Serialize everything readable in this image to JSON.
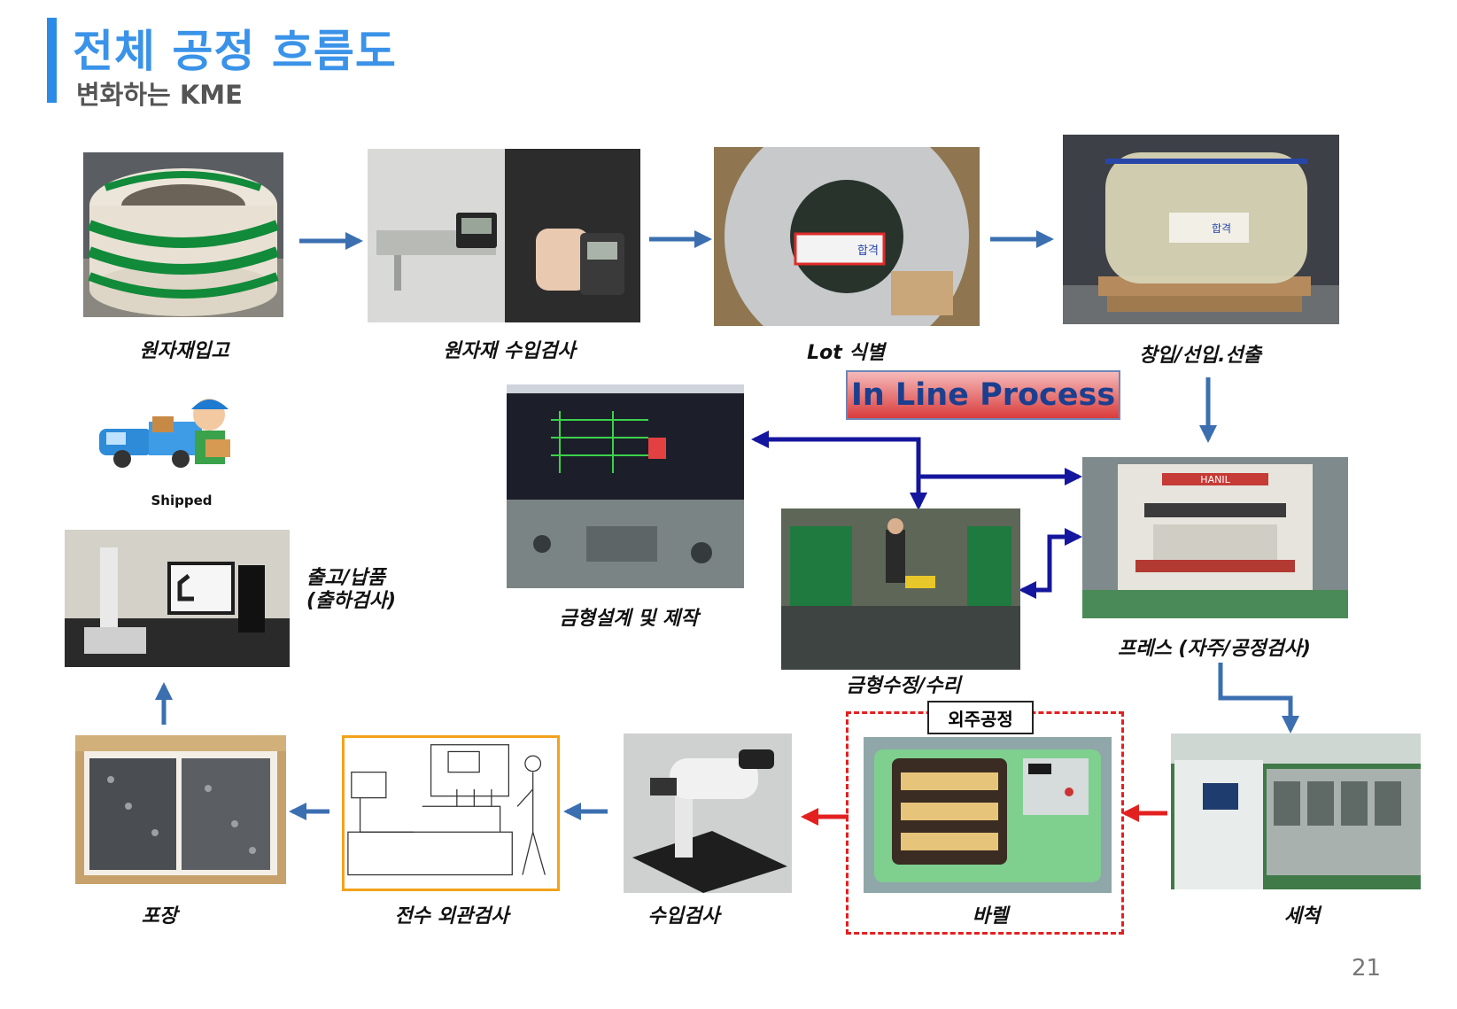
{
  "header": {
    "title": "전체 공정 흐름도",
    "subtitle": "변화하는 KME"
  },
  "badge": {
    "text": "In Line Process"
  },
  "steps": {
    "raw_receipt": "원자재입고",
    "raw_inspection": "원자재 수입검사",
    "lot_identify": "Lot 식별",
    "warehouse_out": "창입/선입.선출",
    "shipped": "Shipped",
    "ship_delivery": "출고/납품",
    "ship_inspection": "(출하검사)",
    "mold_design": "금형설계 및 제작",
    "press": "프레스 (자주/공정검사)",
    "mold_repair": "금형수정/수리",
    "outsource": "외주공정",
    "barrel": "바렐",
    "wash": "세척",
    "incoming_inspection": "수입검사",
    "full_inspection": "전수 외관검사",
    "packing": "포장"
  },
  "photo_texts": {
    "pass_stamp": "합격",
    "press_brand": "HANIL"
  },
  "colors": {
    "title": "#3a93e8",
    "flow_arrow": "#3b6fb0",
    "loop_arrow": "#15169e",
    "outsource_arrow": "#e32020",
    "badge_text": "#1b3f8f"
  },
  "page": {
    "number": "21"
  }
}
